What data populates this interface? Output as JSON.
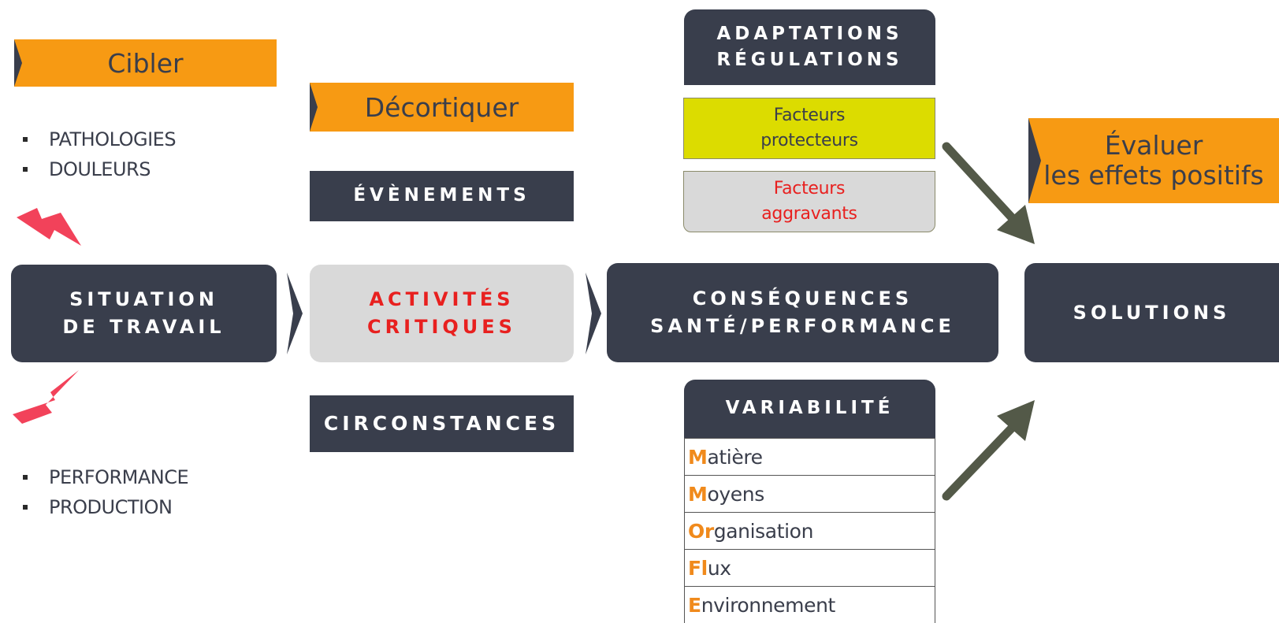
{
  "tags": {
    "cibler": "Cibler",
    "decortiquer": "Décortiquer",
    "evaluer_line1": "Évaluer",
    "evaluer_line2": "les effets positifs"
  },
  "bullets_top": [
    "PATHOLOGIES",
    "DOULEURS"
  ],
  "bullets_bottom": [
    "PERFORMANCE",
    "PRODUCTION"
  ],
  "boxes": {
    "situation_line1": "Situation",
    "situation_line2": "de travail",
    "evenements": "Évènements",
    "activites_line1": "Activités",
    "activites_line2": "Critiques",
    "circonstances": "Circonstances",
    "consequences_line1": "Conséquences",
    "consequences_line2": "Santé/Performance",
    "adaptations_line1": "Adaptations",
    "adaptations_line2": "Régulations",
    "variabilite": "Variabilité",
    "solutions": "Solutions"
  },
  "factors": {
    "protecteurs_line1": "Facteurs",
    "protecteurs_line2": "protecteurs",
    "aggravants_line1": "Facteurs",
    "aggravants_line2": "aggravants"
  },
  "variabilite_items": [
    {
      "first": "M",
      "rest": "atière"
    },
    {
      "first": "M",
      "rest": "oyens"
    },
    {
      "first": "Or",
      "rest": "ganisation"
    },
    {
      "first": "Fl",
      "rest": "ux"
    },
    {
      "first": "E",
      "rest": "nvironnement"
    }
  ],
  "colors": {
    "dark_box": "#393e4c",
    "orange_tag": "#f79a13",
    "light_box": "#d9d9d9",
    "critical_text": "#e8201f",
    "protecteur_fill": "#dcdc00",
    "lightning": "#f2425a",
    "arrow": "#535948"
  },
  "icons": {
    "lightning": "lightning-bolt-icon",
    "arrow": "diagonal-arrow-icon",
    "chevron": "chevron-right-icon"
  }
}
